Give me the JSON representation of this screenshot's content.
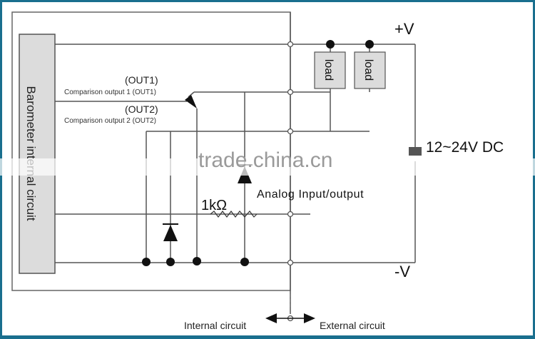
{
  "title": "Barometer internal circuit wiring diagram",
  "labels": {
    "barometer_block": "Barometer internal circuit",
    "out1_short": "(OUT1)",
    "out1_long": "Comparison output 1 (OUT1)",
    "out2_short": "(OUT2)",
    "out2_long": "Comparison output 2 (OUT2)",
    "load1": "load",
    "load2": "load",
    "plus_v": "+V",
    "minus_v": "-V",
    "supply": "12~24V DC",
    "resistor": "1kΩ",
    "analog": "Analog Input/output",
    "internal": "Internal circuit",
    "external": "External circuit",
    "watermark": "trade.china.cn"
  },
  "colors": {
    "border": "#1a6f8e",
    "wire": "#555555",
    "block_fill": "#d9d9d9",
    "node": "#111111"
  }
}
